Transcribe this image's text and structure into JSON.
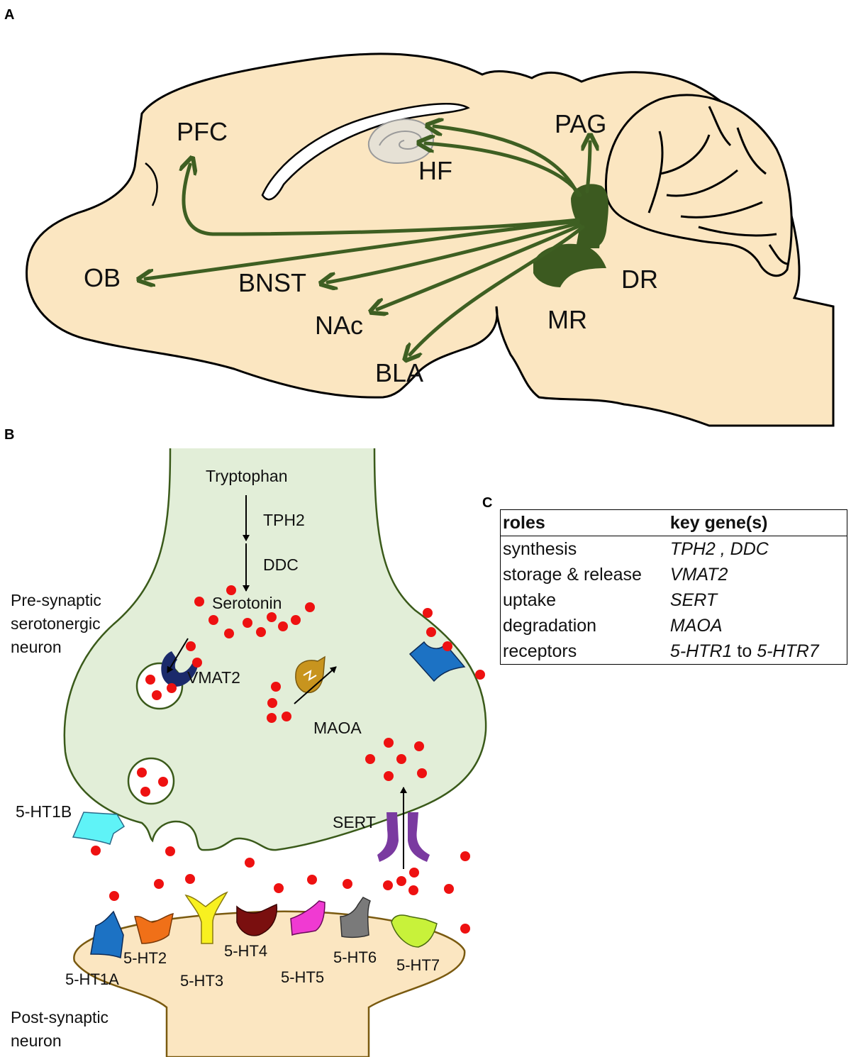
{
  "panels": {
    "a": "A",
    "b": "B",
    "c": "C"
  },
  "brain_regions": {
    "pfc": "PFC",
    "hf": "HF",
    "pag": "PAG",
    "ob": "OB",
    "bnst": "BNST",
    "nac": "NAc",
    "bla": "BLA",
    "mr": "MR",
    "dr": "DR"
  },
  "synapse": {
    "pre_label_1": "Pre-synaptic",
    "pre_label_2": "serotonergic",
    "pre_label_3": "neuron",
    "post_label_1": "Post-synaptic",
    "post_label_2": "neuron",
    "tryptophan": "Tryptophan",
    "tph2": "TPH2",
    "ddc": "DDC",
    "serotonin": "Serotonin",
    "vmat2": "VMAT2",
    "maoa": "MAOA",
    "sert": "SERT",
    "ht1b": "5-HT1B",
    "receptors": [
      "5-HT1A",
      "5-HT2",
      "5-HT3",
      "5-HT4",
      "5-HT5",
      "5-HT6",
      "5-HT7"
    ]
  },
  "table": {
    "headers": [
      "roles",
      "key gene(s)"
    ],
    "rows": [
      {
        "role": "synthesis",
        "gene": "TPH2 , DDC"
      },
      {
        "role": "storage & release",
        "gene": "VMAT2"
      },
      {
        "role": "uptake",
        "gene": "SERT"
      },
      {
        "role": "degradation",
        "gene": "MAOA"
      },
      {
        "role": "receptors",
        "gene_a": "5-HTR1",
        "gene_mid": " to ",
        "gene_b": "5-HTR7"
      }
    ]
  },
  "colors": {
    "brain_fill": "#fbe6c1",
    "projection_green": "#3e5f22",
    "raphe_fill": "#3c5a20",
    "presynaptic_fill": "#e2eed8",
    "postsynaptic_fill": "#fbe6c1",
    "serotonin_dot": "#ee1111",
    "vmat2": "#1b2a6b",
    "maoa": "#c8941e",
    "sert": "#7a3aa0",
    "ht1b": "#5ff3f7",
    "ht1a": "#1c72c4",
    "ht2": "#f07018",
    "ht3": "#f8f020",
    "ht4": "#7a0f0f",
    "ht5": "#f03ad2",
    "ht6": "#7a7a7a",
    "ht7": "#c8f23a",
    "autoreceptor": "#1c72c4"
  }
}
